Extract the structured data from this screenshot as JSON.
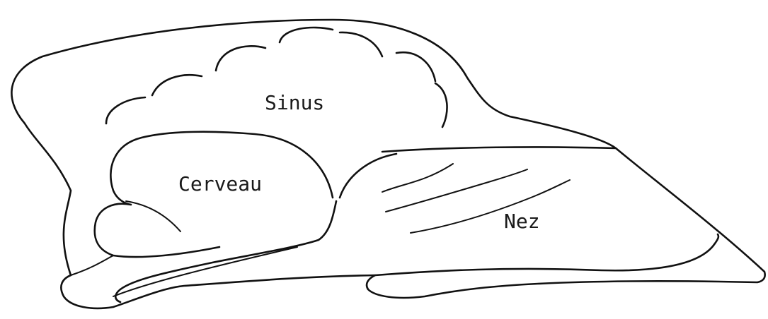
{
  "labels": {
    "sinus": "Sinus",
    "cerveau": "Cerveau",
    "nez": "Nez"
  },
  "colors": {
    "ink": "#111111",
    "background": "#ffffff"
  }
}
